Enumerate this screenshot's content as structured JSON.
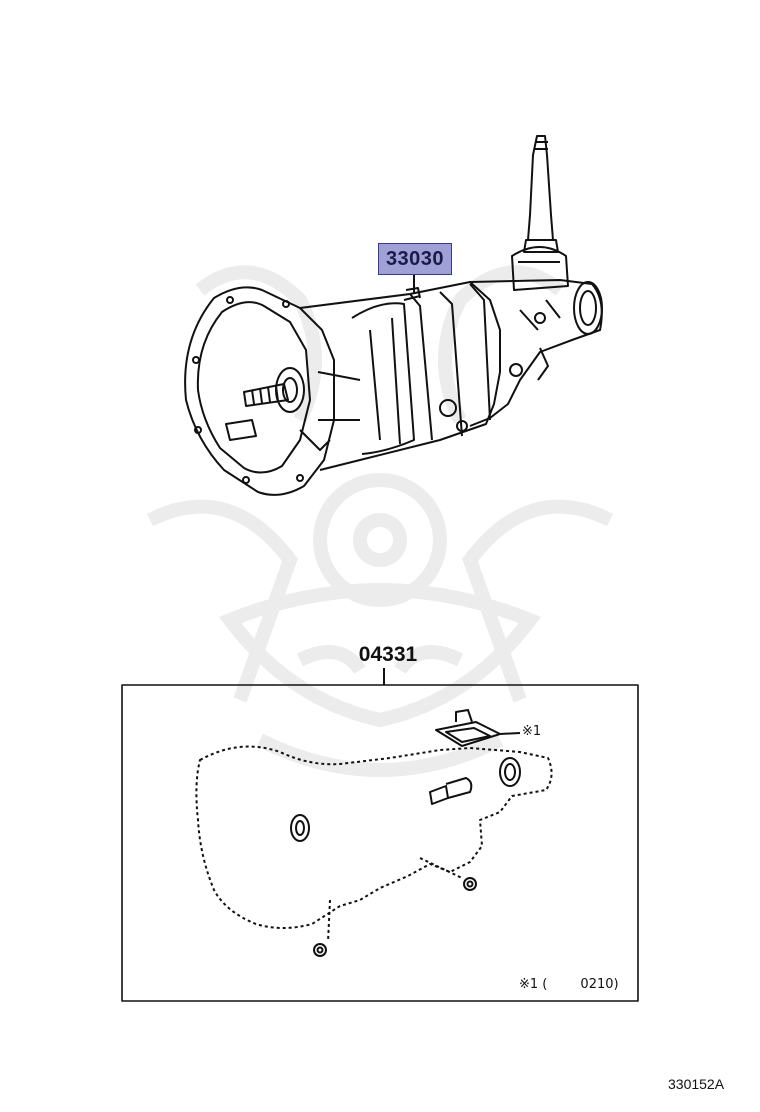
{
  "diagram": {
    "callouts": {
      "transmission_assembly": "33030",
      "gasket_kit": "04331"
    },
    "reference_mark": "※1",
    "footnote": "※1 (        0210)",
    "figure_id": "330152A",
    "colors": {
      "callout_fill": "#9fa0d6",
      "callout_border": "#3a3a8a",
      "line": "#111111",
      "watermark": "#ececec"
    },
    "icons": [
      "watermark-emblem-icon"
    ]
  }
}
